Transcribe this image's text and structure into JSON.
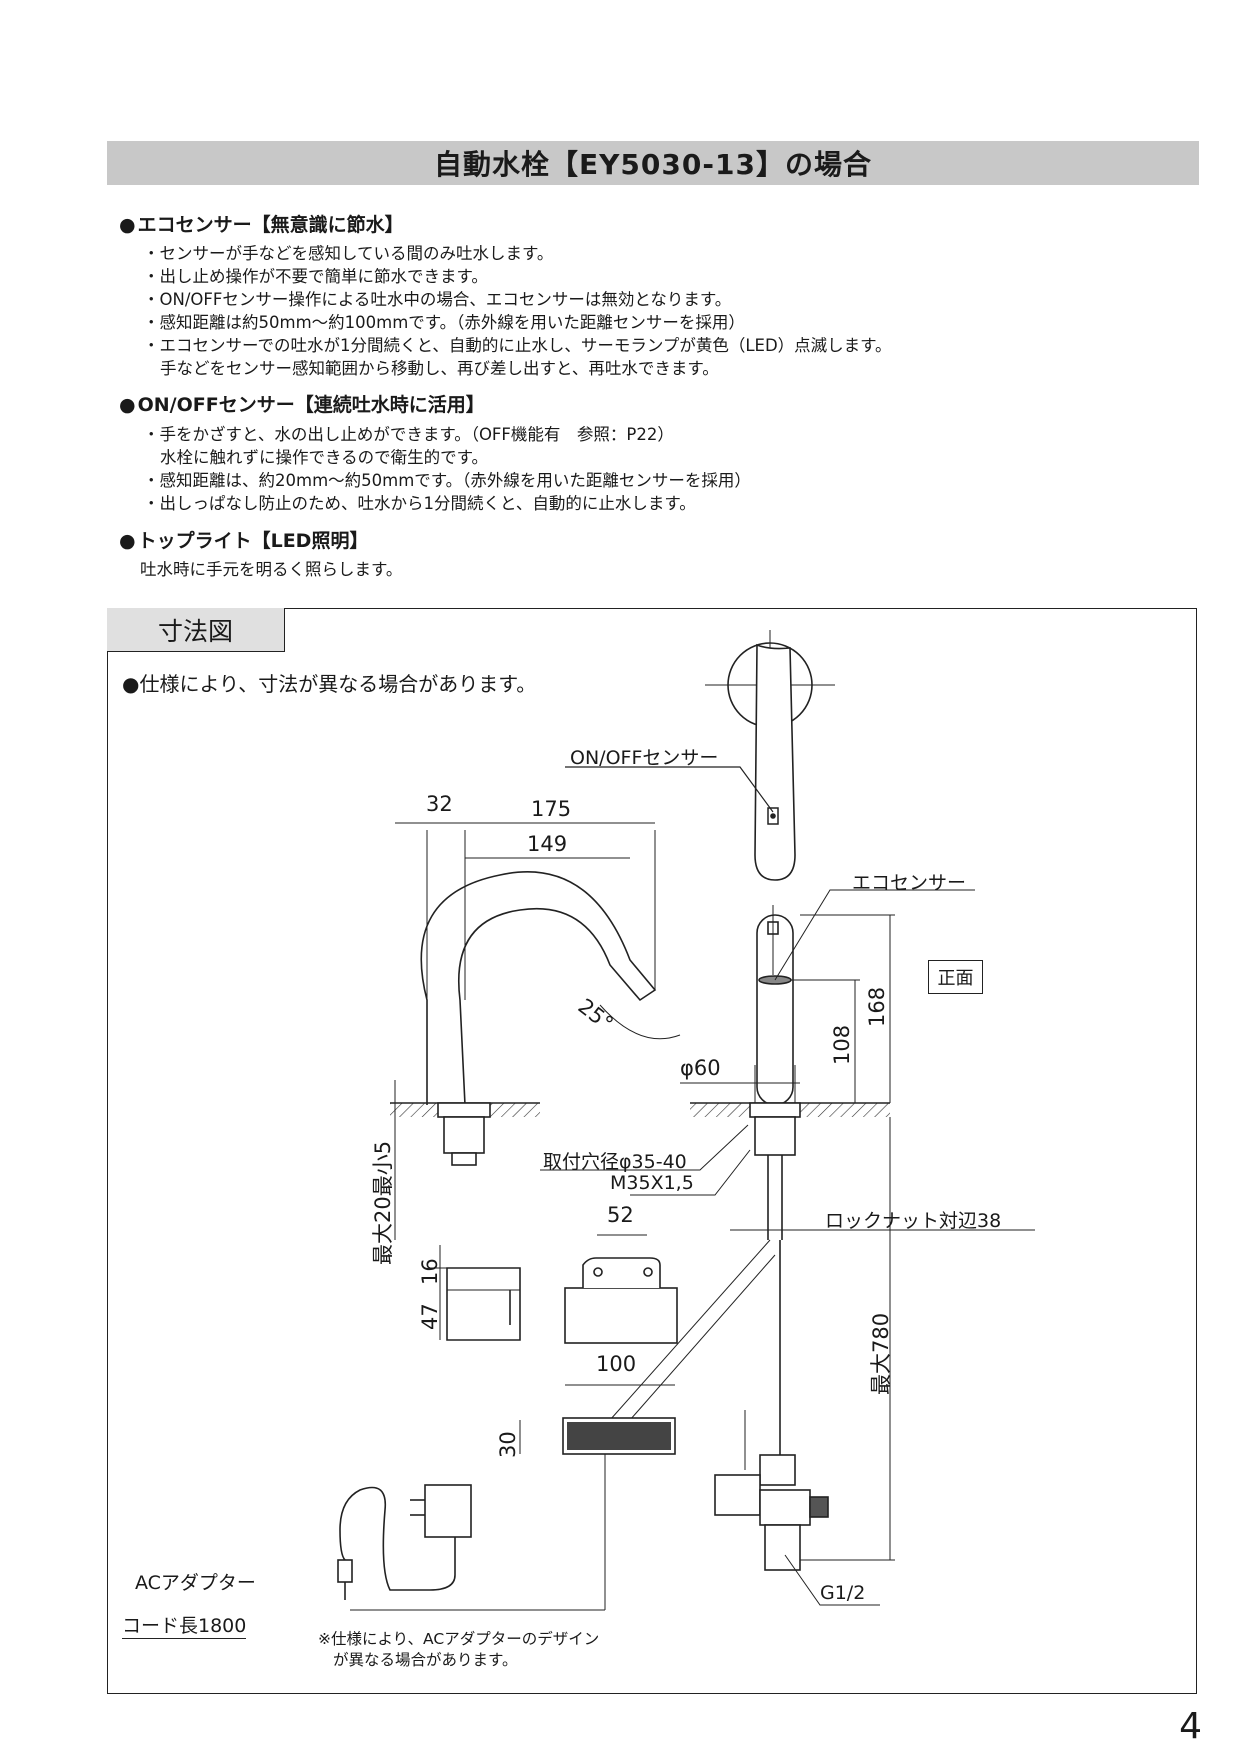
{
  "header": {
    "title": "自動水栓【EY5030-13】の場合"
  },
  "sections": [
    {
      "heading": "エコセンサー【無意識に節水】",
      "items": [
        "・センサーが手などを感知している間のみ吐水します。",
        "・出し止め操作が不要で簡単に節水できます。",
        "・ON/OFFセンサー操作による吐水中の場合、エコセンサーは無効となります。",
        "・感知距離は約50mm〜約100mmです。（赤外線を用いた距離センサーを採用）",
        "・エコセンサーでの吐水が1分間続くと、自動的に止水し、サーモランプが黄色（LED）点滅します。",
        "手などをセンサー感知範囲から移動し、再び差し出すと、再吐水できます。"
      ]
    },
    {
      "heading": "ON/OFFセンサー【連続吐水時に活用】",
      "items": [
        "・手をかざすと、水の出し止めができます。（OFF機能有　参照：P22）",
        "水栓に触れずに操作できるので衛生的です。",
        "・感知距離は、約20mm〜約50mmです。（赤外線を用いた距離センサーを採用）",
        "・出しっぱなし防止のため、吐水から1分間続くと、自動的に止水します。"
      ]
    },
    {
      "heading": "トップライト【LED照明】",
      "items": [
        "吐水時に手元を明るく照らします。"
      ]
    }
  ],
  "dimension": {
    "tab": "寸法図",
    "note": "●仕様により、寸法が異なる場合があります。",
    "labels": {
      "onoff_sensor": "ON/OFFセンサー",
      "eco_sensor": "エコセンサー",
      "front": "正面",
      "mount_hole": "取付穴径φ35-40",
      "thread": "M35X1,5",
      "locknut": "ロックナット対辺38",
      "g12": "G1/2",
      "ac_adapter": "ACアダプター",
      "cord": "コード長1800",
      "foot1": "※仕様により、ACアダプターのデザイン",
      "foot2": "が異なる場合があります。"
    },
    "dims": {
      "d32": "32",
      "d175": "175",
      "d149": "149",
      "d25": "25°",
      "d60": "φ60",
      "d108": "108",
      "d168": "168",
      "d52": "52",
      "d100": "100",
      "d30": "30",
      "d16": "16",
      "d47": "47",
      "max20": "最大20最小5",
      "max780": "最大780"
    }
  },
  "page_number": "4"
}
